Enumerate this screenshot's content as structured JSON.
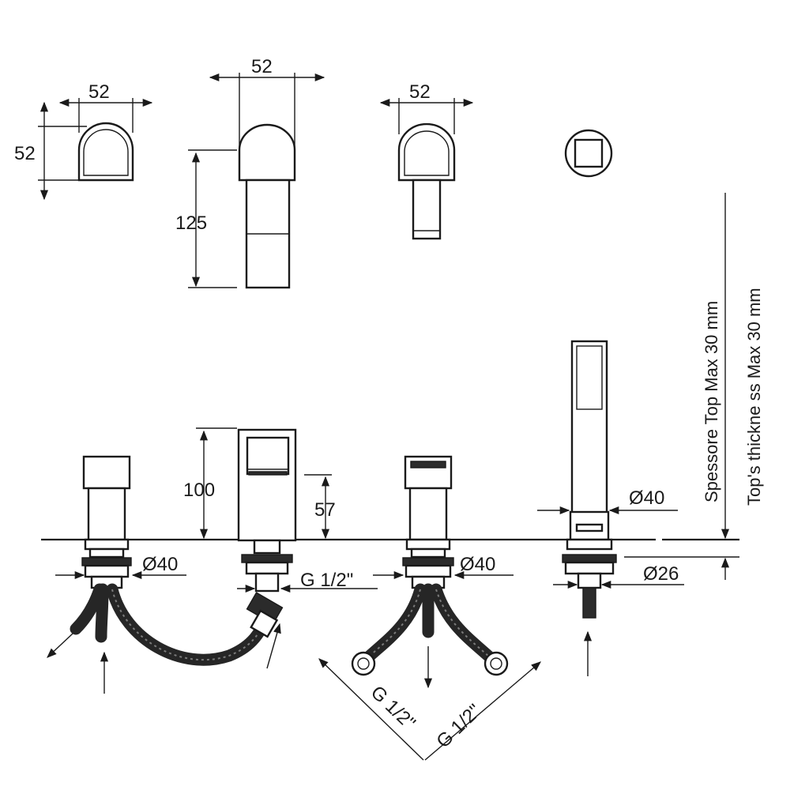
{
  "dimensions": {
    "top_left_width": "52",
    "top_left_height": "52",
    "top_spout_width": "52",
    "top_spout_height": "125",
    "top_right_width": "52",
    "front_spout_height": "100",
    "front_spout_outlet": "57",
    "dia_left": "Ø40",
    "dia_center": "Ø40",
    "dia_shower": "Ø40",
    "dia_shower_shank": "Ø26",
    "thread_spout": "G 1/2\"",
    "thread_left": "G 1/2\"",
    "thread_right": "G 1/2\""
  },
  "notes": {
    "top_thickness_it": "Spessore Top  Max 30 mm",
    "top_thickness_en": "Top's thickne ss  Max 30 mm"
  }
}
